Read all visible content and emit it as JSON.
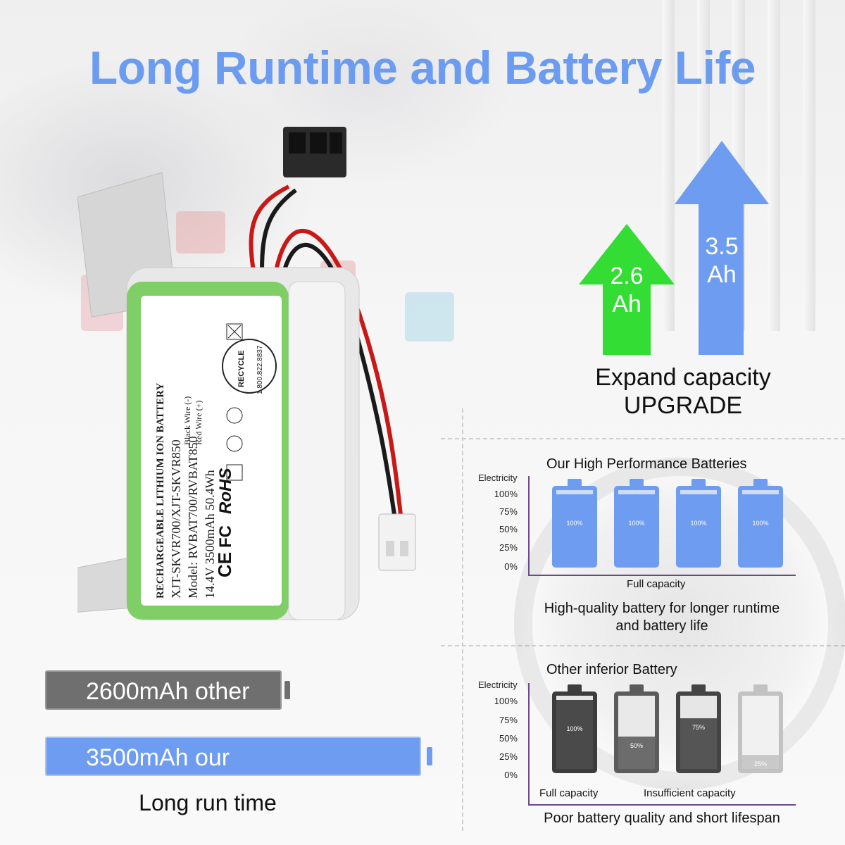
{
  "headline": "Long Runtime and Battery Life",
  "battery_label": {
    "line1": "RECHARGEABLE LITHIUM ION BATTERY",
    "line2": "XJT-SKVR700/XJT-SKVR850",
    "line3": "Model: RVBAT700/RVBAT850",
    "line4": "14.4V  3500mAh  50.4Wh",
    "wire_black": "Black Wire (-)",
    "wire_red": "Red Wire (+)",
    "recycle": "RECYCLE",
    "recycle_phone": "1.800.822.8837",
    "cert_ce": "CE",
    "cert_fc": "FC",
    "cert_rohs": "RoHS"
  },
  "capacity_upgrade": {
    "old_value": "2.6",
    "old_unit": "Ah",
    "new_value": "3.5",
    "new_unit": "Ah",
    "line1": "Expand capacity",
    "line2": "UPGRADE",
    "old_color": "#33dd33",
    "new_color": "#6e9cf0"
  },
  "comparison": {
    "other_label": "2600mAh  other",
    "our_label": "3500mAh  our",
    "caption": "Long run time",
    "other_color": "#6f6f6f",
    "our_color": "#6e9cf0"
  },
  "high_panel": {
    "title": "Our High Performance Batteries",
    "axis_title": "Electricity",
    "ticks": [
      "100%",
      "75%",
      "50%",
      "25%",
      "0%"
    ],
    "cells": [
      {
        "pct": "100%",
        "level": 1.0
      },
      {
        "pct": "100%",
        "level": 1.0
      },
      {
        "pct": "100%",
        "level": 1.0
      },
      {
        "pct": "100%",
        "level": 1.0
      }
    ],
    "caption": "Full capacity",
    "summary_line1": "High-quality battery for longer runtime",
    "summary_line2": "and battery life",
    "cell_color": "#6e9cf0"
  },
  "inferior_panel": {
    "title": "Other inferior Battery",
    "axis_title": "Electricity",
    "ticks": [
      "100%",
      "75%",
      "50%",
      "25%",
      "0%"
    ],
    "cells": [
      {
        "pct": "100%",
        "level": 1.0
      },
      {
        "pct": "50%",
        "level": 0.5
      },
      {
        "pct": "75%",
        "level": 0.75
      },
      {
        "pct": "25%",
        "level": 0.25
      }
    ],
    "caption_left": "Full capacity",
    "caption_right": "Insufficient capacity",
    "summary": "Poor battery quality and short lifespan"
  }
}
